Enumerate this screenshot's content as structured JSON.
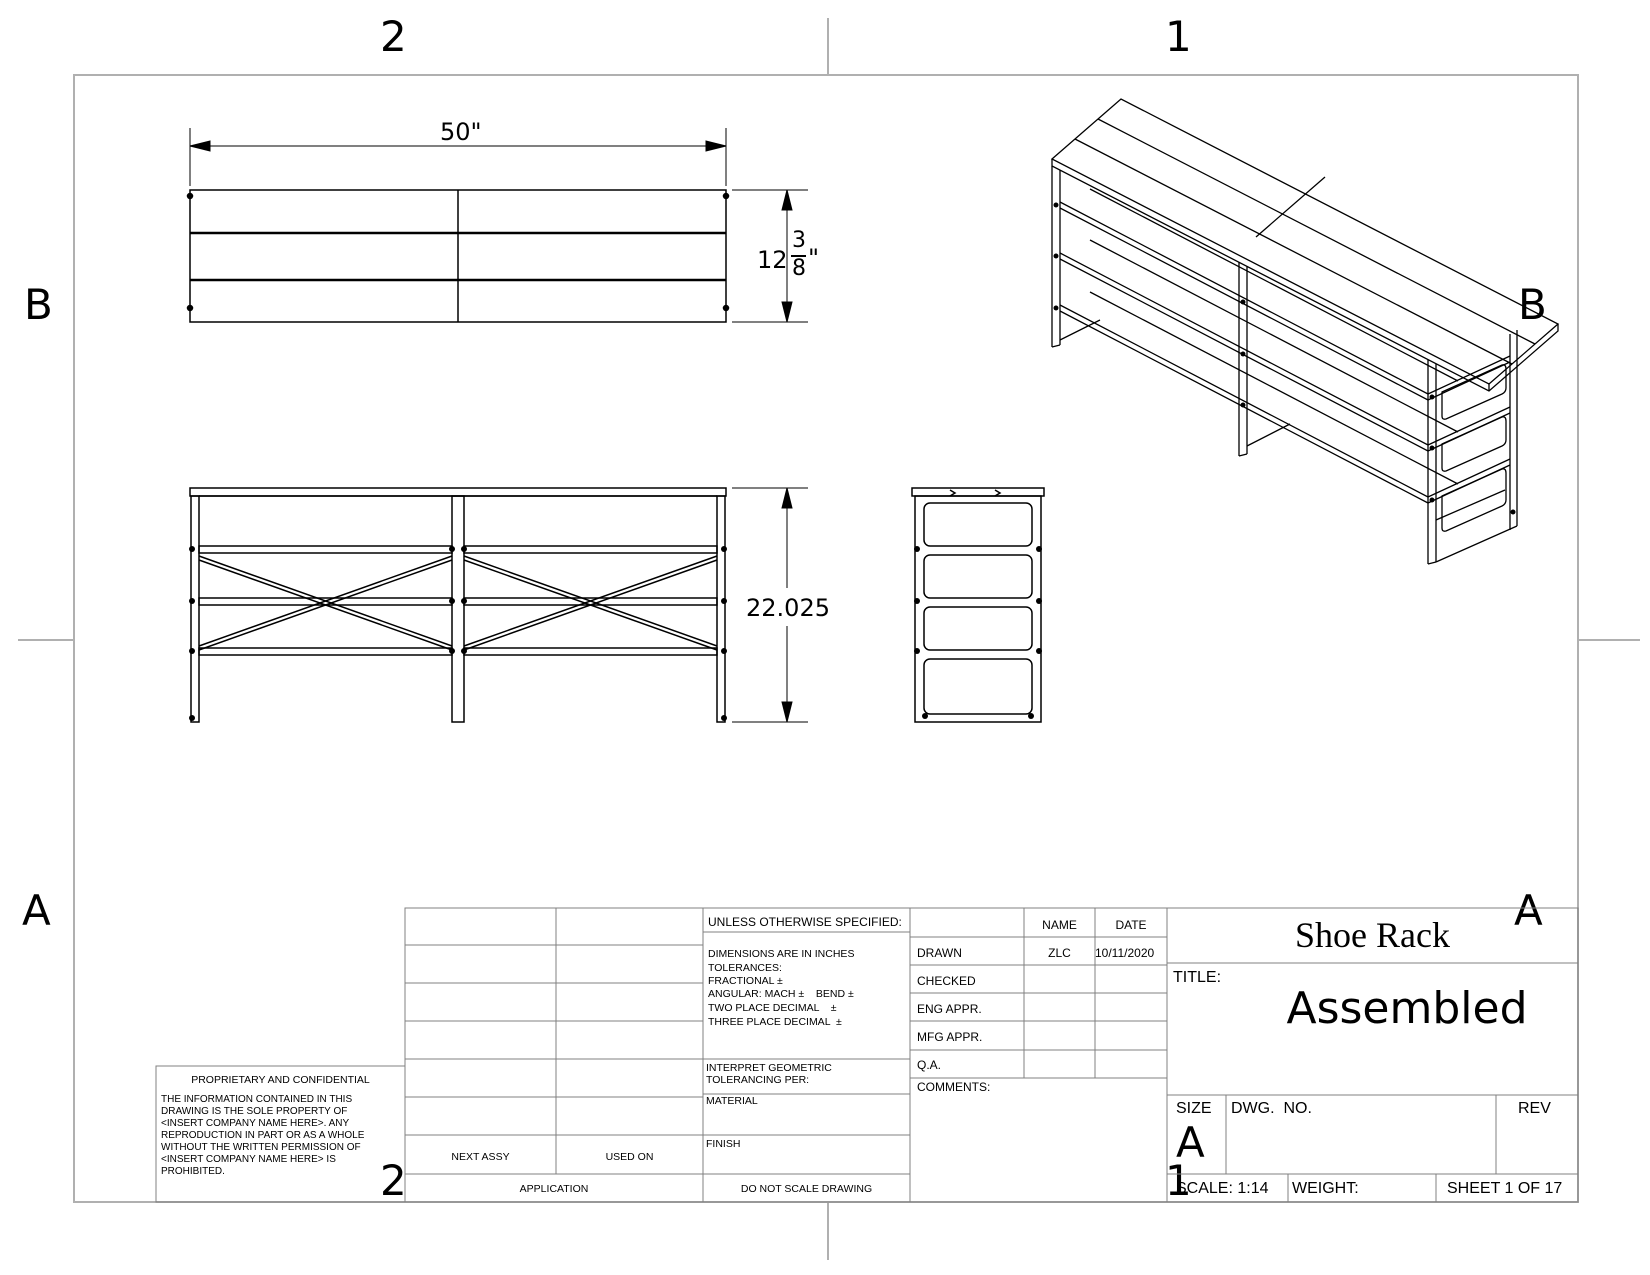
{
  "zones": {
    "top": [
      "2",
      "1"
    ],
    "bottom": [
      "2",
      "1"
    ],
    "left": [
      "B",
      "A"
    ],
    "right": [
      "B",
      "A"
    ]
  },
  "dimensions": {
    "length": "50\"",
    "depth_whole": "12",
    "depth_num": "3",
    "depth_den": "8",
    "depth_unit": "\"",
    "height": "22.025"
  },
  "title_block": {
    "proprietary_title": "PROPRIETARY AND CONFIDENTIAL",
    "proprietary_text": "THE INFORMATION CONTAINED IN THIS\nDRAWING IS THE SOLE PROPERTY OF\n<INSERT COMPANY NAME HERE>.  ANY\nREPRODUCTION IN PART OR AS A WHOLE\nWITHOUT THE WRITTEN PERMISSION OF\n<INSERT COMPANY NAME HERE> IS\nPROHIBITED.",
    "next_assy": "NEXT ASSY",
    "used_on": "USED ON",
    "application": "APPLICATION",
    "unless_specified": "UNLESS OTHERWISE SPECIFIED:",
    "dims_in_inches": "DIMENSIONS ARE IN INCHES",
    "tolerances": "TOLERANCES:",
    "fractional": "FRACTIONAL ±",
    "angular": "ANGULAR: MACH ±    BEND ±",
    "two_place": "TWO PLACE DECIMAL    ±",
    "three_place": "THREE PLACE DECIMAL  ±",
    "interpret_geo": "INTERPRET GEOMETRIC",
    "tolerancing_per": "TOLERANCING PER:",
    "material": "MATERIAL",
    "finish": "FINISH",
    "do_not_scale": "DO NOT SCALE DRAWING",
    "name_header": "NAME",
    "date_header": "DATE",
    "drawn": "DRAWN",
    "drawn_name": "ZLC",
    "drawn_date": "10/11/2020",
    "checked": "CHECKED",
    "eng_appr": "ENG APPR.",
    "mfg_appr": "MFG APPR.",
    "qa": "Q.A.",
    "comments": "COMMENTS:",
    "company": "Shoe Rack",
    "title_label": "TITLE:",
    "title": "Assembled",
    "size_label": "SIZE",
    "size": "A",
    "dwg_no_label": "DWG.  NO.",
    "rev_label": "REV",
    "scale": "SCALE: 1:14",
    "weight": "WEIGHT:",
    "sheet": "SHEET 1 OF 17"
  }
}
